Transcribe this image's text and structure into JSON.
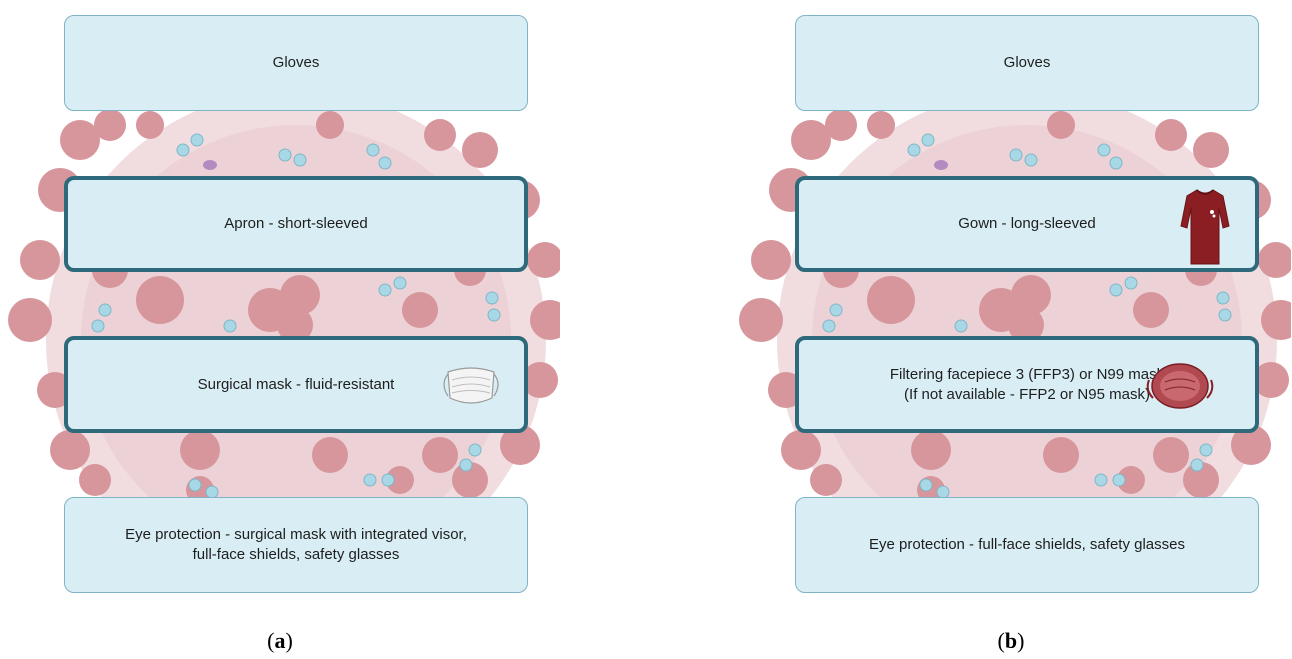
{
  "panels": [
    {
      "caption_open": "(",
      "caption_letter": "a",
      "caption_close": ")",
      "boxes": {
        "gloves": "Gloves",
        "mid1": "Apron - short-sleeved",
        "mid2": "Surgical mask - fluid-resistant",
        "eye": "Eye protection - surgical mask with integrated visor,\nfull-face shields, safety glasses"
      },
      "icons": {
        "mid2": "surgical-mask-icon"
      }
    },
    {
      "caption_open": "(",
      "caption_letter": "b",
      "caption_close": ")",
      "boxes": {
        "gloves": "Gloves",
        "mid1": "Gown - long-sleeved",
        "mid2": "Filtering facepiece 3 (FFP3) or N99 mask\n(If not available - FFP2 or N95 mask)",
        "eye": "Eye protection - full-face shields, safety glasses"
      },
      "icons": {
        "mid1": "gown-icon",
        "mid2": "respirator-mask-icon"
      }
    }
  ],
  "colors": {
    "box_fill": "#d9eef4",
    "box_border": "#7fb3c6",
    "box_border_thick": "#2e6a7c",
    "virus_body": "#e8bfc3",
    "virus_spike": "#cf8a90",
    "droplet": "#a8d8e6",
    "gown": "#8b1e22"
  }
}
